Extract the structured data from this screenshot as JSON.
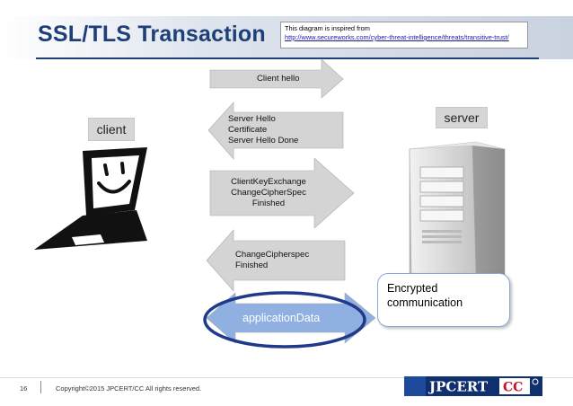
{
  "title": "SSL/TLS Transaction",
  "note": {
    "line1": "This diagram is inspired from",
    "link": "http://www.secureworks.com/cyber-threat-intelligence/threats/transitive-trust/"
  },
  "client_label": "client",
  "server_label": "server",
  "messages": [
    {
      "direction": "to-server",
      "lines": [
        "Client hello"
      ]
    },
    {
      "direction": "to-client",
      "lines": [
        "Server Hello",
        "Certificate",
        "Server Hello Done"
      ]
    },
    {
      "direction": "to-server",
      "lines": [
        "ClientKeyExchange",
        "ChangeCipherSpec",
        "Finished"
      ]
    },
    {
      "direction": "to-client",
      "lines": [
        "ChangeCipherspec",
        "Finished"
      ]
    }
  ],
  "application_data": "applicationData",
  "encrypted_note": {
    "line1": "Encrypted",
    "line2": "communication"
  },
  "footer": {
    "page": "16",
    "copyright": "Copyright©2015 JPCERT/CC All rights reserved.",
    "logo_text": "JPCERT",
    "logo_cc": "CC"
  },
  "colors": {
    "title": "#1f3f78",
    "arrow_fill": "#d4d4d4",
    "ellipse_fill": "#8fb0e0",
    "ellipse_stroke": "#1f3a8a",
    "logo_blue": "#0f2f6e",
    "logo_red": "#c8102e"
  }
}
